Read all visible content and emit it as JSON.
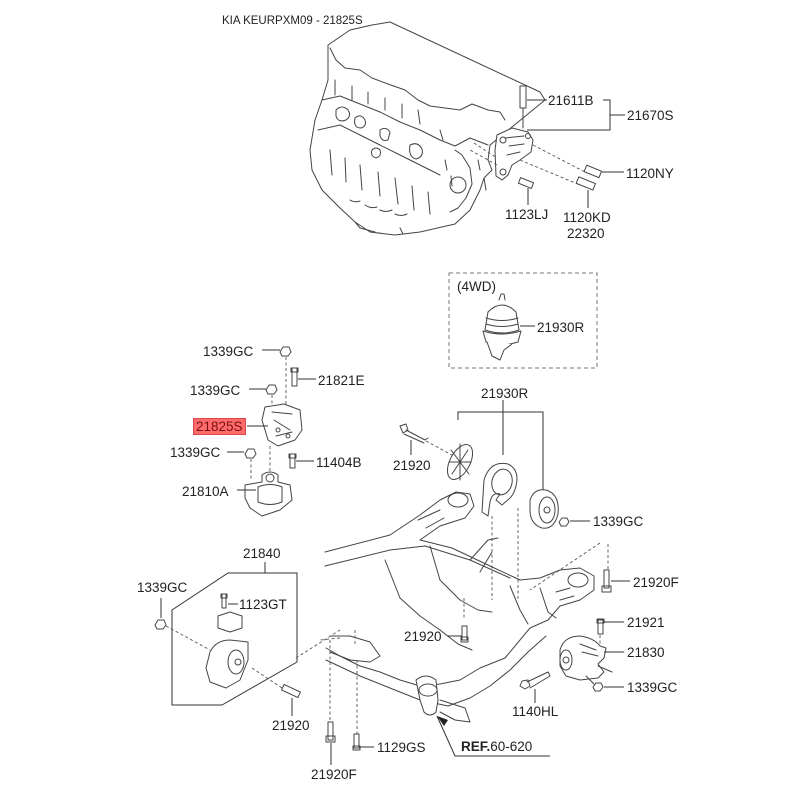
{
  "header": {
    "title": "KIA KEURPXM09 - 21825S"
  },
  "highlight": {
    "part": "21825S",
    "fill_color": "#ff6b6b",
    "border_color": "#d94848"
  },
  "notes": {
    "variant_4wd": "(4WD)",
    "ref_prefix": "REF.",
    "ref_value": "60-620"
  },
  "labels": {
    "p21611B": "21611B",
    "p21670S": "21670S",
    "p1120NY": "1120NY",
    "p1123LJ": "1123LJ",
    "p1120KD": "1120KD",
    "p22320": "22320",
    "p21930R_4wd": "21930R",
    "p1339GC_a": "1339GC",
    "p1339GC_b": "1339GC",
    "p21821E": "21821E",
    "p21825S": "21825S",
    "p1339GC_c": "1339GC",
    "p11404B": "11404B",
    "p21810A": "21810A",
    "p21930R": "21930R",
    "p21920_a": "21920",
    "p1339GC_d": "1339GC",
    "p21840": "21840",
    "p1339GC_e": "1339GC",
    "p1123GT": "1123GT",
    "p21920F_a": "21920F",
    "p21920_b": "21920",
    "p21921": "21921",
    "p21830": "21830",
    "p1339GC_f": "1339GC",
    "p1140HL": "1140HL",
    "p21920_c": "21920",
    "p1129GS": "1129GS",
    "p21920F_b": "21920F"
  }
}
